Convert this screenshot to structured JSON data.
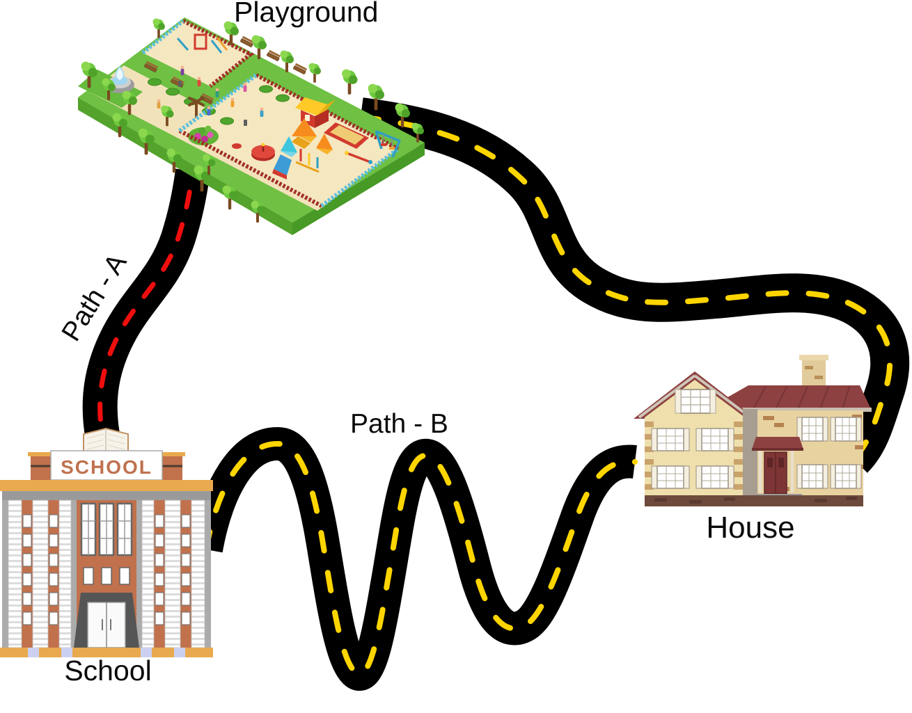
{
  "labels": {
    "playground": "Playground",
    "school": "School",
    "house": "House",
    "path_a": "Path - A",
    "path_b": "Path - B",
    "school_sign": "SCHOOL"
  },
  "places": [
    {
      "id": "playground",
      "label": "Playground",
      "type": "isometric park illustration"
    },
    {
      "id": "school",
      "label": "School",
      "sign_text": "SCHOOL",
      "type": "brick building illustration"
    },
    {
      "id": "house",
      "label": "House",
      "type": "two-story house illustration"
    }
  ],
  "paths": [
    {
      "id": "path-a",
      "label": "Path - A",
      "from": "School",
      "to": "Playground",
      "marking": "red-dashed"
    },
    {
      "id": "path-b",
      "label": "Path - B",
      "from": "School",
      "to": "House",
      "marking": "yellow-dashed",
      "shape": "wavy W"
    },
    {
      "id": "connector-road",
      "label": "",
      "from": "Playground",
      "to": "House",
      "marking": "yellow-dashed",
      "shape": "long S-curve"
    }
  ],
  "colors": {
    "road": "#000000",
    "dash_yellow": "#FFD500",
    "dash_red": "#F10E0E",
    "label": "#0A0A0A",
    "grass": "#6FC043",
    "grass_side": "#54A32C",
    "sand": "#F2E2BA",
    "fence_red": "#A03028",
    "fence_blue": "#5FC0DC",
    "school_brick": "#C1714C",
    "school_trim": "#E9A94E",
    "school_sign_text": "#C0714F",
    "house_wall": "#EFDFAC",
    "house_roof": "#8E4141",
    "house_foundation": "#6E4A3C"
  }
}
